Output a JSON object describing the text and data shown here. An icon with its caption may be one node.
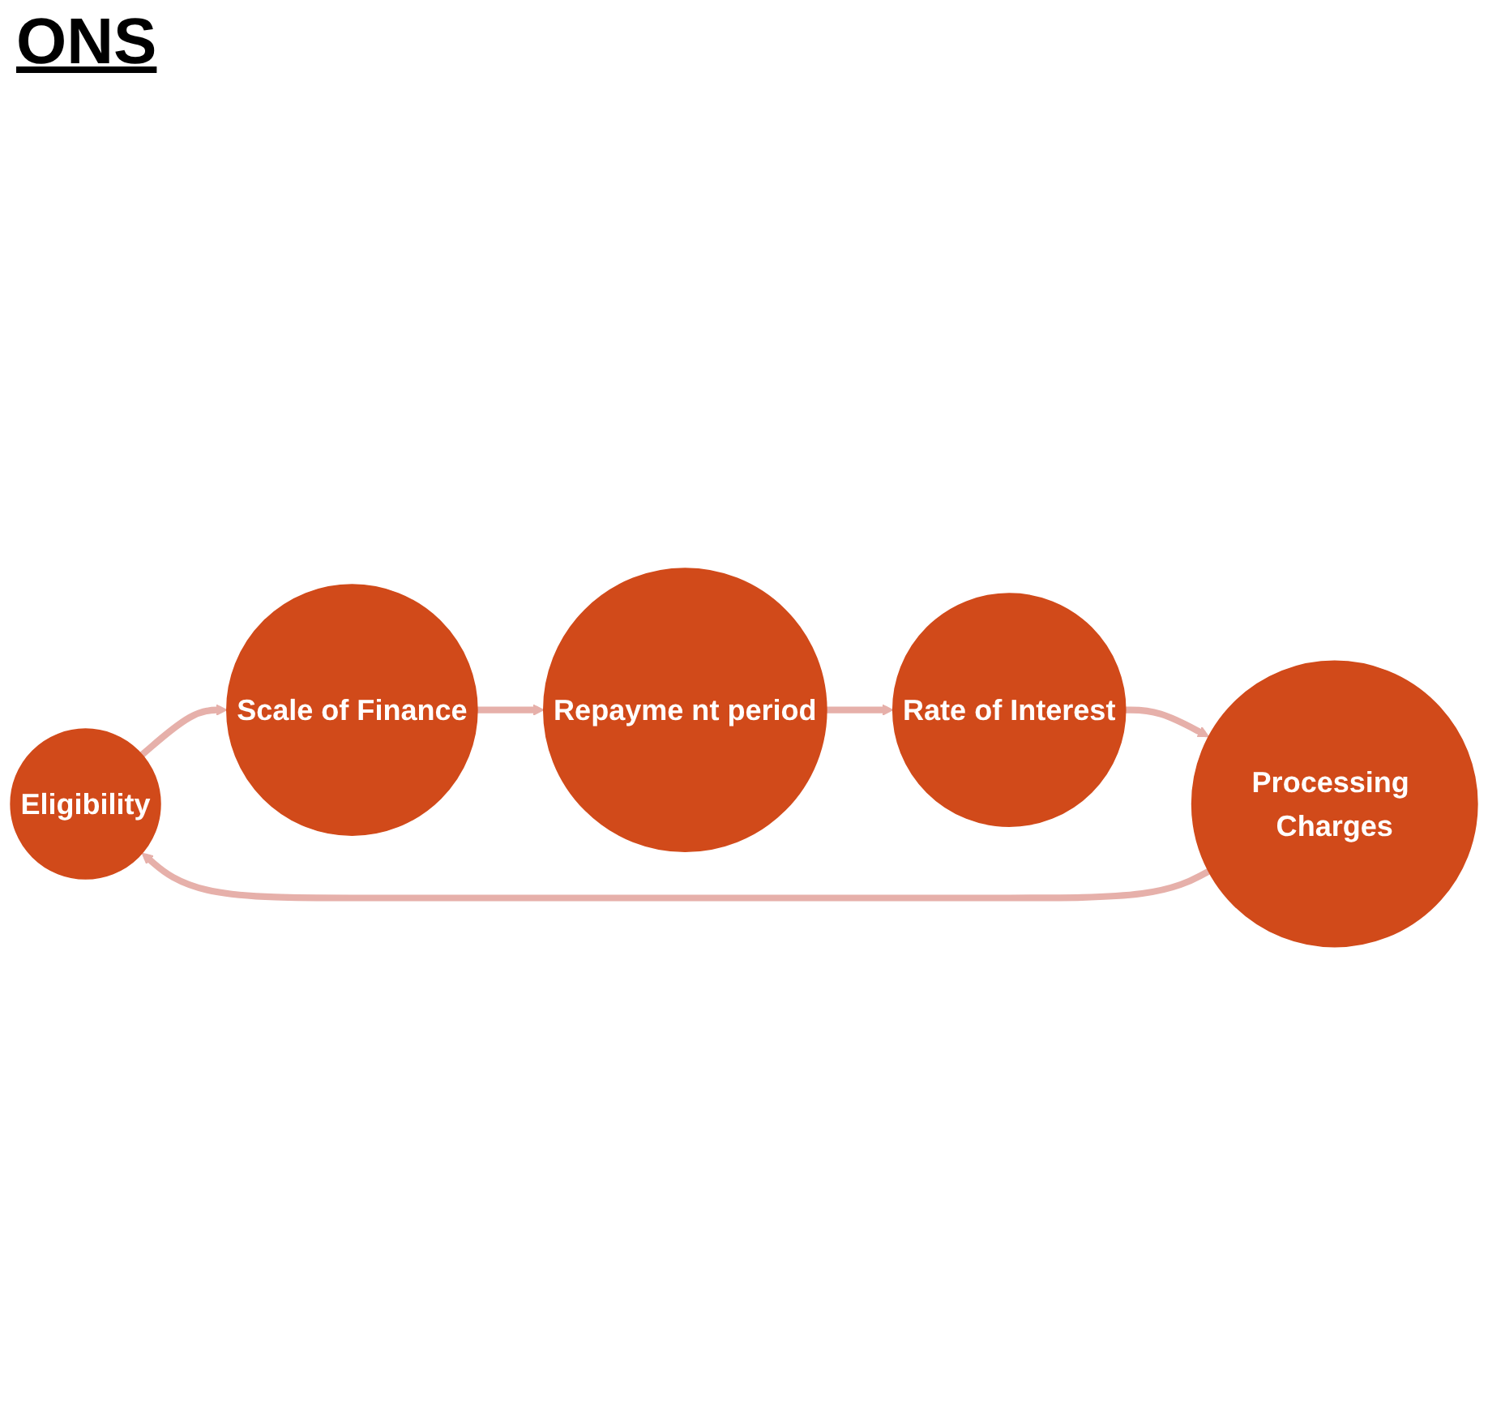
{
  "diagram": {
    "title": "ONS",
    "nodes": [
      {
        "text": [
          "Eligibility"
        ]
      },
      {
        "text": [
          "Scale of Finance"
        ]
      },
      {
        "text": [
          "Repayme nt period"
        ]
      },
      {
        "text": [
          "Rate of Interest"
        ]
      },
      {
        "text": [
          "Processing Charges"
        ]
      }
    ],
    "edges": [
      {
        "from": 0,
        "to": 1,
        "arrow": "to"
      },
      {
        "from": 1,
        "to": 2,
        "arrow": "to"
      },
      {
        "from": 2,
        "to": 3,
        "arrow": "to"
      },
      {
        "from": 3,
        "to": 4,
        "arrow": "to"
      },
      {
        "from": 4,
        "to": 0,
        "arrow": "to"
      }
    ]
  }
}
